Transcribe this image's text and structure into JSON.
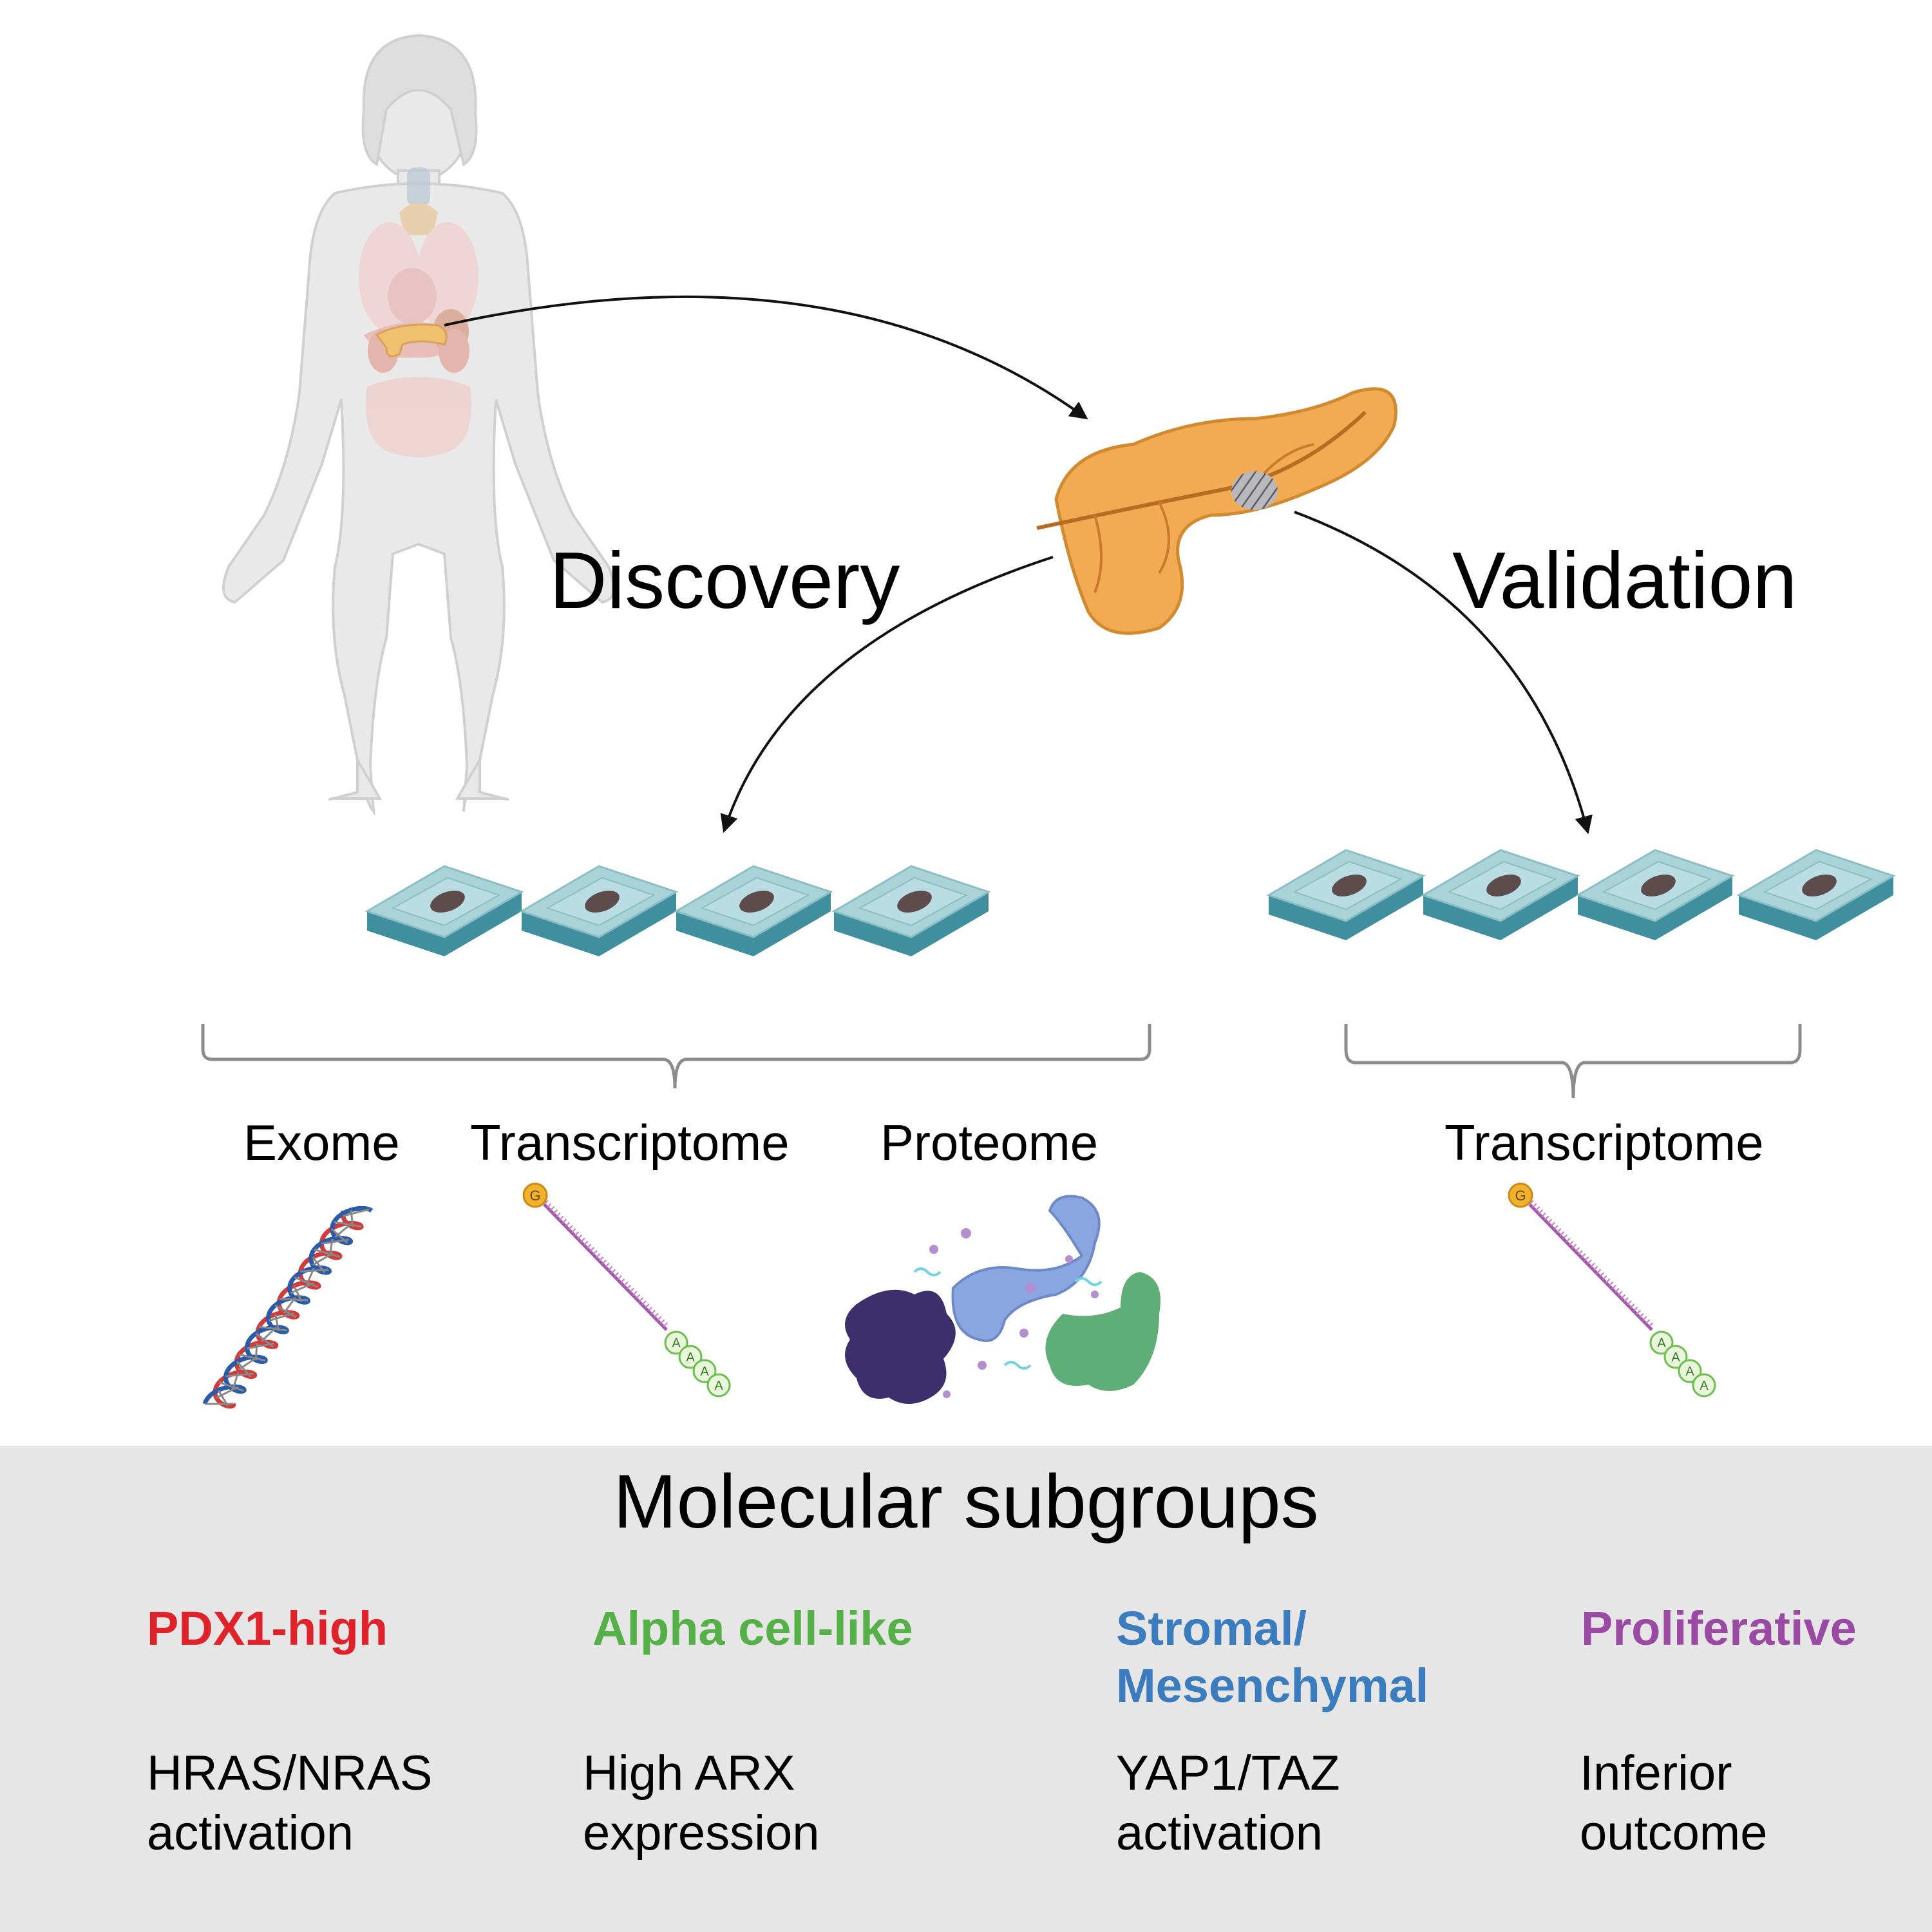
{
  "labels": {
    "discovery": "Discovery",
    "validation": "Validation",
    "exome": "Exome",
    "transcriptome_discovery": "Transcriptome",
    "proteome": "Proteome",
    "transcriptome_validation": "Transcriptome"
  },
  "mrna_glyphs": {
    "cap": "G",
    "tail": [
      "A",
      "A",
      "A",
      "A"
    ]
  },
  "panel": {
    "title": "Molecular subgroups",
    "subgroups": [
      {
        "name": "PDX1-high",
        "color": "#e0222a",
        "description": "HRAS/NRAS activation"
      },
      {
        "name": "Alpha cell-like",
        "color": "#55b048",
        "description": "High ARX expression"
      },
      {
        "name": "Stromal/\nMesenchymal",
        "color": "#3b7cbf",
        "description": "YAP1/TAZ activation"
      },
      {
        "name": "Proliferative",
        "color": "#9b4aa4",
        "description": "Inferior outcome"
      }
    ]
  },
  "colors": {
    "panel_bg": "#e6e6e6",
    "slide": "#a9d3d9",
    "pancreas": "#f0a94a",
    "brace": "#8c8c8c"
  }
}
